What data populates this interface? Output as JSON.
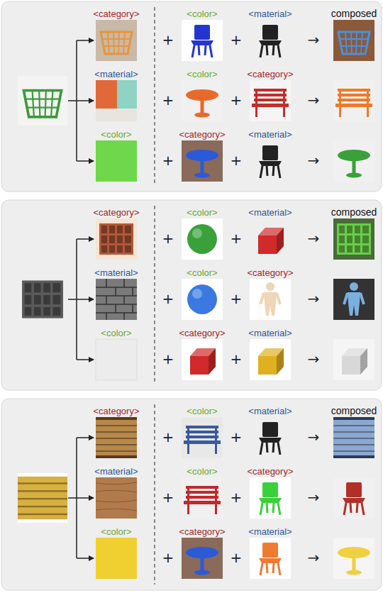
{
  "diagram": {
    "nodes": [
      {
        "text": [
          "<category>"
        ]
      },
      {
        "text": [
          "<color>"
        ]
      },
      {
        "text": [
          "<material>"
        ]
      },
      {
        "text": [
          "composed"
        ]
      },
      {
        "text": [
          "<material>"
        ]
      },
      {
        "text": [
          "<color>"
        ]
      },
      {
        "text": [
          "<category>"
        ]
      },
      {
        "text": [
          "<color>"
        ]
      },
      {
        "text": [
          "<category>"
        ]
      },
      {
        "text": [
          "<material>"
        ]
      },
      {
        "text": [
          "<category>"
        ]
      },
      {
        "text": [
          "<color>"
        ]
      },
      {
        "text": [
          "<material>"
        ]
      },
      {
        "text": [
          "composed"
        ]
      },
      {
        "text": [
          "<material>"
        ]
      },
      {
        "text": [
          "<color>"
        ]
      },
      {
        "text": [
          "<category>"
        ]
      },
      {
        "text": [
          "<color>"
        ]
      },
      {
        "text": [
          "<category>"
        ]
      },
      {
        "text": [
          "<material>"
        ]
      },
      {
        "text": [
          "<category>"
        ]
      },
      {
        "text": [
          "<color>"
        ]
      },
      {
        "text": [
          "<material>"
        ]
      },
      {
        "text": [
          "composed"
        ]
      },
      {
        "text": [
          "<material>"
        ]
      },
      {
        "text": [
          "<color>"
        ]
      },
      {
        "text": [
          "<category>"
        ]
      },
      {
        "text": [
          "<color>"
        ]
      },
      {
        "text": [
          "<category>"
        ]
      },
      {
        "text": [
          "<material>"
        ]
      }
    ],
    "labels": [
      "+",
      "+",
      "→",
      "+",
      "+",
      "→",
      "+",
      "+",
      "→",
      "+",
      "+",
      "→",
      "+",
      "+",
      "→",
      "+",
      "+",
      "→",
      "+",
      "+",
      "→",
      "+",
      "+",
      "→",
      "+",
      "+",
      "→"
    ]
  }
}
